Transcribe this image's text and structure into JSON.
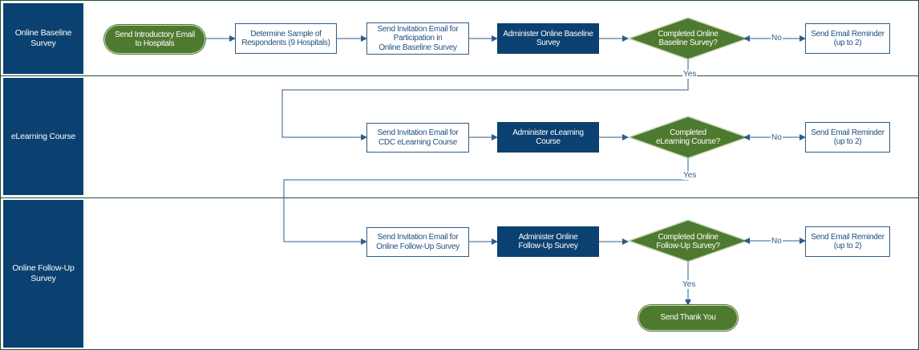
{
  "lanes": [
    {
      "label": "Online Baseline\nSurvey"
    },
    {
      "label": "eLearning Course"
    },
    {
      "label": "Online Follow-Up\nSurvey"
    }
  ],
  "nodes": {
    "start": "Send Introductory Email\nto Hospitals",
    "sample": "Determine Sample of\nRespondents (9 Hospitals)",
    "invite_baseline": "Send Invitation Email for\nParticipation in\nOnline Baseline Survey",
    "admin_baseline": "Administer Online Baseline\nSurvey",
    "dec_baseline": "Completed Online\nBaseline Survey?",
    "remind_1": "Send Email Reminder\n(up to 2)",
    "invite_elearn": "Send Invitation Email for\nCDC eLearning Course",
    "admin_elearn": "Administer eLearning\nCourse",
    "dec_elearn": "Completed\neLearning Course?",
    "remind_2": "Send Email Reminder\n(up to 2)",
    "invite_followup": "Send Invitation Email for\nOnline Follow-Up Survey",
    "admin_followup": "Administer Online\nFollow-Up Survey",
    "dec_followup": "Completed Online\nFollow-Up Survey?",
    "remind_3": "Send Email Reminder\n(up to 2)",
    "end": "Send Thank You"
  },
  "connector_labels": {
    "no_1": "No",
    "yes_1": "Yes",
    "no_2": "No",
    "yes_2": "Yes",
    "no_3": "No",
    "yes_3": "Yes"
  },
  "colors": {
    "navy": "#0a4170",
    "green": "#4e7a2f",
    "line": "#2f5d8a",
    "divider": "#1f4f3a"
  }
}
